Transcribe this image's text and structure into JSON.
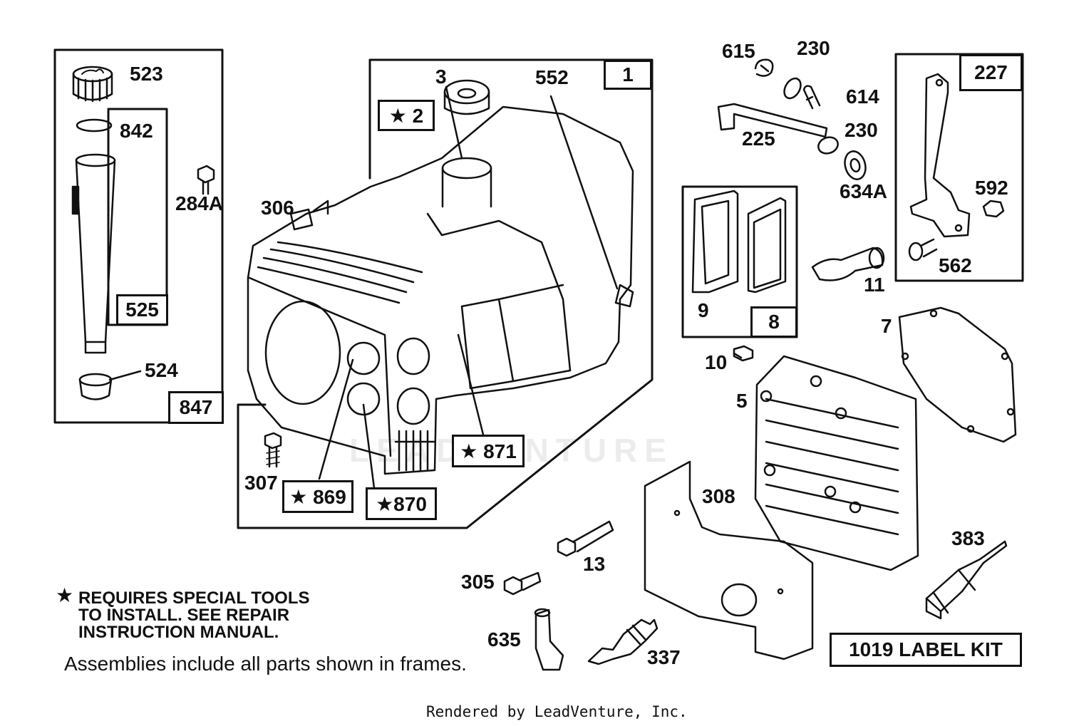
{
  "watermark": "LEADVENTURE",
  "frames": {
    "f847": "847",
    "f525": "525",
    "f1": "1",
    "f2": "★ 2",
    "f871": "★ 871",
    "f869": "★ 869",
    "f870": "★870",
    "f227": "227",
    "f8": "8",
    "label_kit": "1019 LABEL KIT"
  },
  "parts": {
    "p523": "523",
    "p842": "842",
    "p284a": "284A",
    "p524": "524",
    "p3": "3",
    "p552": "552",
    "p306": "306",
    "p307": "307",
    "p615": "615",
    "p230a": "230",
    "p614": "614",
    "p225": "225",
    "p230b": "230",
    "p634a": "634A",
    "p592": "592",
    "p562": "562",
    "p9": "9",
    "p11": "11",
    "p7": "7",
    "p10": "10",
    "p5": "5",
    "p308": "308",
    "p13": "13",
    "p305": "305",
    "p383": "383",
    "p635": "635",
    "p337": "337"
  },
  "notes": {
    "star": "★",
    "line1": "REQUIRES SPECIAL TOOLS",
    "line2": "TO INSTALL.  SEE REPAIR",
    "line3": "INSTRUCTION MANUAL.",
    "assemblies": "Assemblies include all parts shown in frames."
  },
  "footer": {
    "credit": "Rendered by LeadVenture, Inc."
  }
}
